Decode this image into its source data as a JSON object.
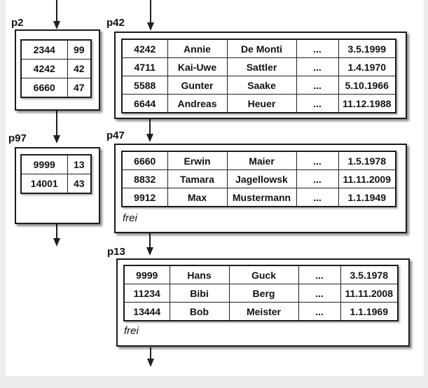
{
  "colors": {
    "line": "#1f1f1f",
    "box_border": "#1c1c1c",
    "box_background": "#ffffff",
    "canvas_margin": "#ededed"
  },
  "index_pages": {
    "p2": {
      "label": "p2",
      "rows": [
        [
          "2344",
          "99"
        ],
        [
          "4242",
          "42"
        ],
        [
          "6660",
          "47"
        ]
      ]
    },
    "p97": {
      "label": "p97",
      "rows": [
        [
          "9999",
          "13"
        ],
        [
          "14001",
          "43"
        ]
      ]
    }
  },
  "data_pages": {
    "p42": {
      "label": "p42",
      "rows": [
        [
          "4242",
          "Annie",
          "De Monti",
          "...",
          "3.5.1999"
        ],
        [
          "4711",
          "Kai-Uwe",
          "Sattler",
          "...",
          "1.4.1970"
        ],
        [
          "5588",
          "Gunter",
          "Saake",
          "...",
          "5.10.1966"
        ],
        [
          "6644",
          "Andreas",
          "Heuer",
          "...",
          "11.12.1988"
        ]
      ]
    },
    "p47": {
      "label": "p47",
      "free_label": "frei",
      "rows": [
        [
          "6660",
          "Erwin",
          "Maier",
          "...",
          "1.5.1978"
        ],
        [
          "8832",
          "Tamara",
          "Jagellowsk",
          "...",
          "11.11.2009"
        ],
        [
          "9912",
          "Max",
          "Mustermann",
          "...",
          "1.1.1949"
        ]
      ]
    },
    "p13": {
      "label": "p13",
      "free_label": "frei",
      "rows": [
        [
          "9999",
          "Hans",
          "Guck",
          "...",
          "3.5.1978"
        ],
        [
          "11234",
          "Bibi",
          "Berg",
          "...",
          "11.11.2008"
        ],
        [
          "13444",
          "Bob",
          "Meister",
          "...",
          "1.1.1969"
        ]
      ]
    }
  }
}
